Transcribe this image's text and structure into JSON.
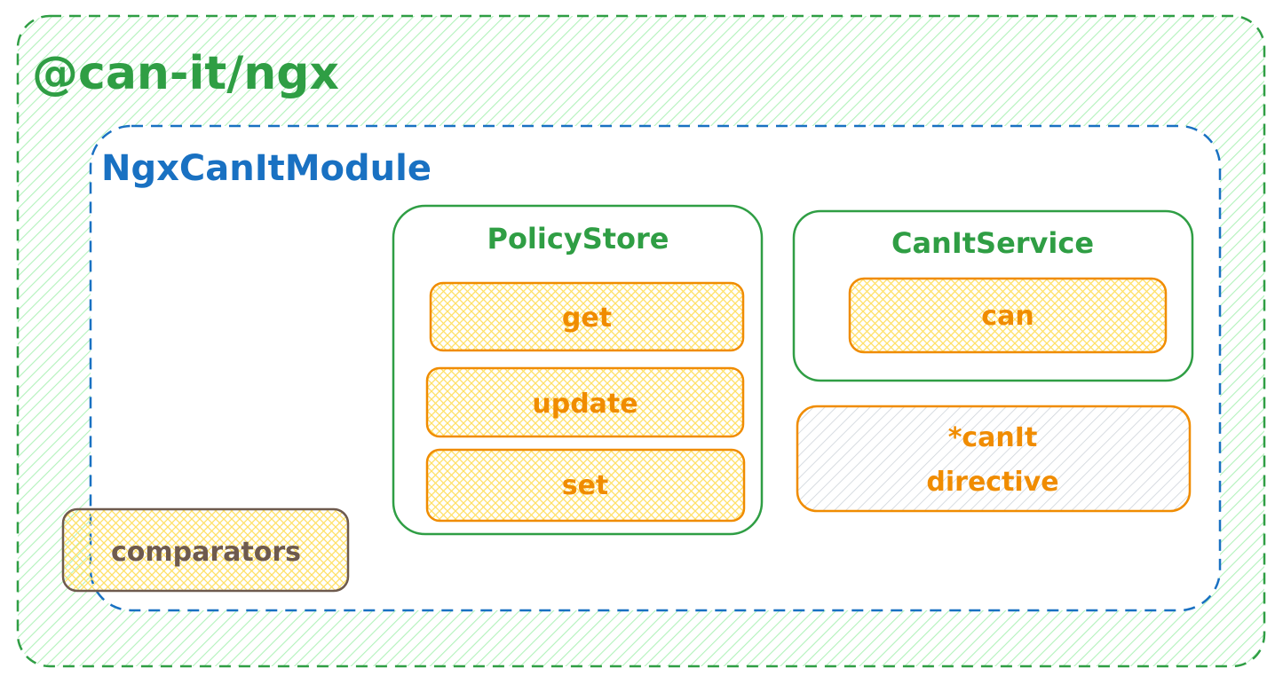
{
  "package": {
    "title": "@can-it/ngx",
    "color": "#2f9e44"
  },
  "module": {
    "title": "NgxCanItModule",
    "color": "#1971c2"
  },
  "policy_store": {
    "title": "PolicyStore",
    "color": "#2f9e44",
    "methods": [
      "get",
      "update",
      "set"
    ]
  },
  "can_it_service": {
    "title": "CanItService",
    "color": "#2f9e44",
    "methods": [
      "can"
    ]
  },
  "directive": {
    "line1": "*canIt",
    "line2": "directive",
    "color": "#f08c00",
    "fill_color": "#adb5bd"
  },
  "comparators": {
    "label": "comparators",
    "color": "#6e5a4e",
    "fill_color": "#ffec99"
  },
  "colors": {
    "method_stroke": "#f08c00",
    "method_text": "#f08c00",
    "method_fill": "#ffec99",
    "package_fill": "#b2f2bb"
  }
}
